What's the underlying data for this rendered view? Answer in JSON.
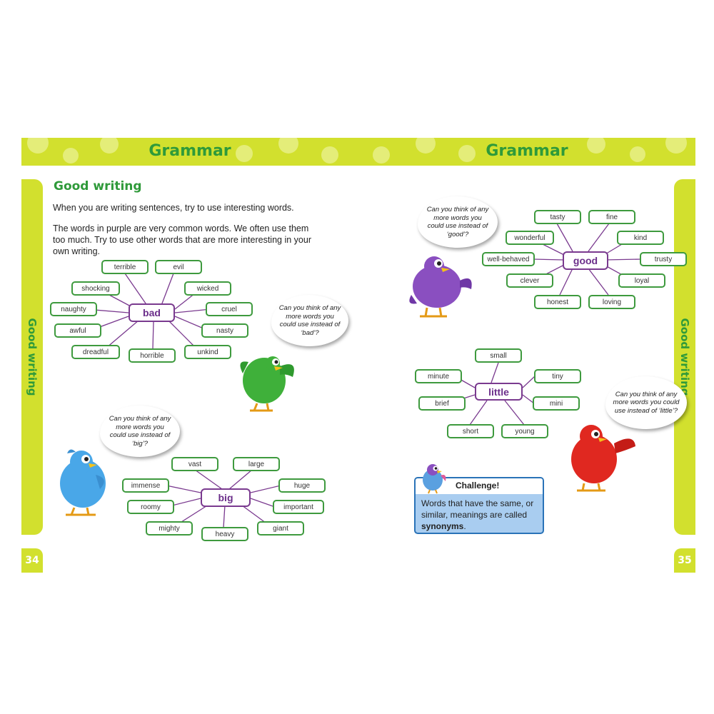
{
  "left_page": {
    "banner_title": "Grammar",
    "side_tab": "Good writing",
    "page_number": "34",
    "heading": "Good writing",
    "intro": "When you are writing sentences, try to use interesting words.",
    "intro2": "The words in purple are very common words. We often use them too much. Try to use other words that are more interesting in your own writing.",
    "bad_map": {
      "center": "bad",
      "words": [
        "terrible",
        "evil",
        "shocking",
        "wicked",
        "naughty",
        "cruel",
        "awful",
        "nasty",
        "dreadful",
        "horrible",
        "unkind"
      ]
    },
    "bad_bubble": "Can you think of any more words you could use instead of ‘bad’?",
    "big_map": {
      "center": "big",
      "words": [
        "vast",
        "large",
        "immense",
        "huge",
        "roomy",
        "important",
        "mighty",
        "heavy",
        "giant"
      ]
    },
    "big_bubble": "Can you think of any more words you could use instead of ‘big’?"
  },
  "right_page": {
    "banner_title": "Grammar",
    "side_tab": "Good writing",
    "page_number": "35",
    "good_map": {
      "center": "good",
      "words": [
        "tasty",
        "fine",
        "wonderful",
        "kind",
        "well-behaved",
        "trusty",
        "clever",
        "loyal",
        "honest",
        "loving"
      ]
    },
    "good_bubble": "Can you think of any more words you could use instead of ‘good’?",
    "little_map": {
      "center": "little",
      "words": [
        "small",
        "minute",
        "tiny",
        "brief",
        "mini",
        "short",
        "young"
      ]
    },
    "little_bubble": "Can you think of any more words you could use instead of ‘little’?",
    "challenge": {
      "title": "Challenge!",
      "text_before": "Words that have the same, or similar, meanings are called ",
      "bold_word": "synonyms",
      "text_after": "."
    }
  },
  "colors": {
    "banner": "#d2e02e",
    "heading_green": "#2f9a3a",
    "word_border": "#3e9a3e",
    "center_purple": "#6b2e8a",
    "challenge_blue": "#a9cdf0"
  },
  "icons": [
    "green-bird-icon",
    "blue-bird-icon",
    "purple-bird-icon",
    "red-bird-icon",
    "small-bird-icon",
    "apple-icon"
  ]
}
